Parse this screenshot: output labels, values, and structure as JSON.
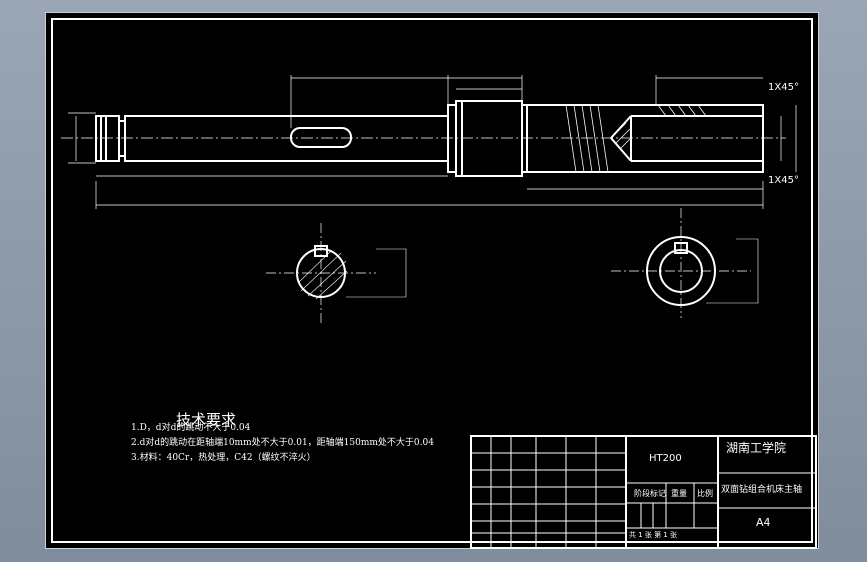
{
  "technical_requirements": {
    "title": "技术要求",
    "lines": [
      "1.D，d对d的跳动不大于0.04",
      "2.d对d的跳动在距轴端10mm处不大于0.01，距轴端150mm处不大于0.04",
      "3.材料：40Cr，热处理，C42（螺纹不淬火）"
    ]
  },
  "title_block": {
    "material": "HT200",
    "school": "湖南工学院",
    "part_name": "双面钻组合机床主轴",
    "sheet_size": "A4",
    "stage_mark": "阶段标记",
    "weight": "重量",
    "scale": "比例",
    "sheets_line": "共 1 张   第 1 张"
  },
  "drawing": {
    "chamfer_notes": [
      "1X45°",
      "1X45°"
    ]
  },
  "colors": {
    "background": "#000000",
    "lines": "#ffffff"
  }
}
